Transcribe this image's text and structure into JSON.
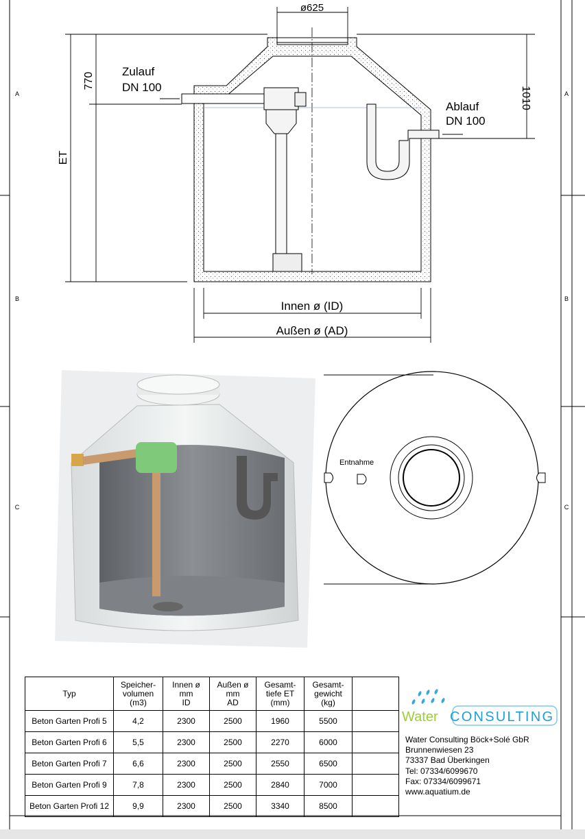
{
  "frame": {
    "zones_left": [
      "A",
      "B",
      "C"
    ],
    "zones_right": [
      "A",
      "B",
      "C"
    ]
  },
  "section_view": {
    "dim_manhole": "ø625",
    "dim_inlet_height": "770",
    "dim_outlet_height": "1010",
    "dim_total_depth": "ET",
    "inlet_label": "Zulauf",
    "inlet_size": "DN 100",
    "outlet_label": "Ablauf",
    "outlet_size": "DN 100",
    "inner_diameter": "Innen ø (ID)",
    "outer_diameter": "Außen ø (AD)"
  },
  "top_view": {
    "extraction_label": "Entnahme"
  },
  "table": {
    "headers": [
      [
        "Typ"
      ],
      [
        "Speicher-",
        "volumen",
        "(m3)"
      ],
      [
        "Innen ø",
        "mm",
        "ID"
      ],
      [
        "Außen ø",
        "mm",
        "AD"
      ],
      [
        "Gesamt-",
        "tiefe ET",
        "(mm)"
      ],
      [
        "Gesamt-",
        "gewicht",
        "(kg)"
      ],
      [
        ""
      ]
    ],
    "rows": [
      [
        "Beton Garten Profi 5",
        "4,2",
        "2300",
        "2500",
        "1960",
        "5500",
        ""
      ],
      [
        "Beton  Garten  Profi  6",
        "5,5",
        "2300",
        "2500",
        "2270",
        "6000",
        ""
      ],
      [
        "Beton  Garten  Profi  7",
        "6,6",
        "2300",
        "2500",
        "2550",
        "6500",
        ""
      ],
      [
        "Beton Garten Profi 9",
        "7,8",
        "2300",
        "2500",
        "2840",
        "7000",
        ""
      ],
      [
        "Beton Garten Profi 12",
        "9,9",
        "2300",
        "2500",
        "3340",
        "8500",
        ""
      ]
    ]
  },
  "company": {
    "logo_part1": "Water",
    "logo_part2": "CONSULTING",
    "logo_colors": {
      "water": "#9ccc3c",
      "consulting": "#1e9fd8"
    },
    "name": "Water Consulting Böck+Solé GbR",
    "street": "Brunnenwiesen 23",
    "city": "73337 Bad Überkingen",
    "tel": "Tel: 07334/6099670",
    "fax": "Fax: 07334/6099671",
    "web": "www.aquatium.de"
  }
}
